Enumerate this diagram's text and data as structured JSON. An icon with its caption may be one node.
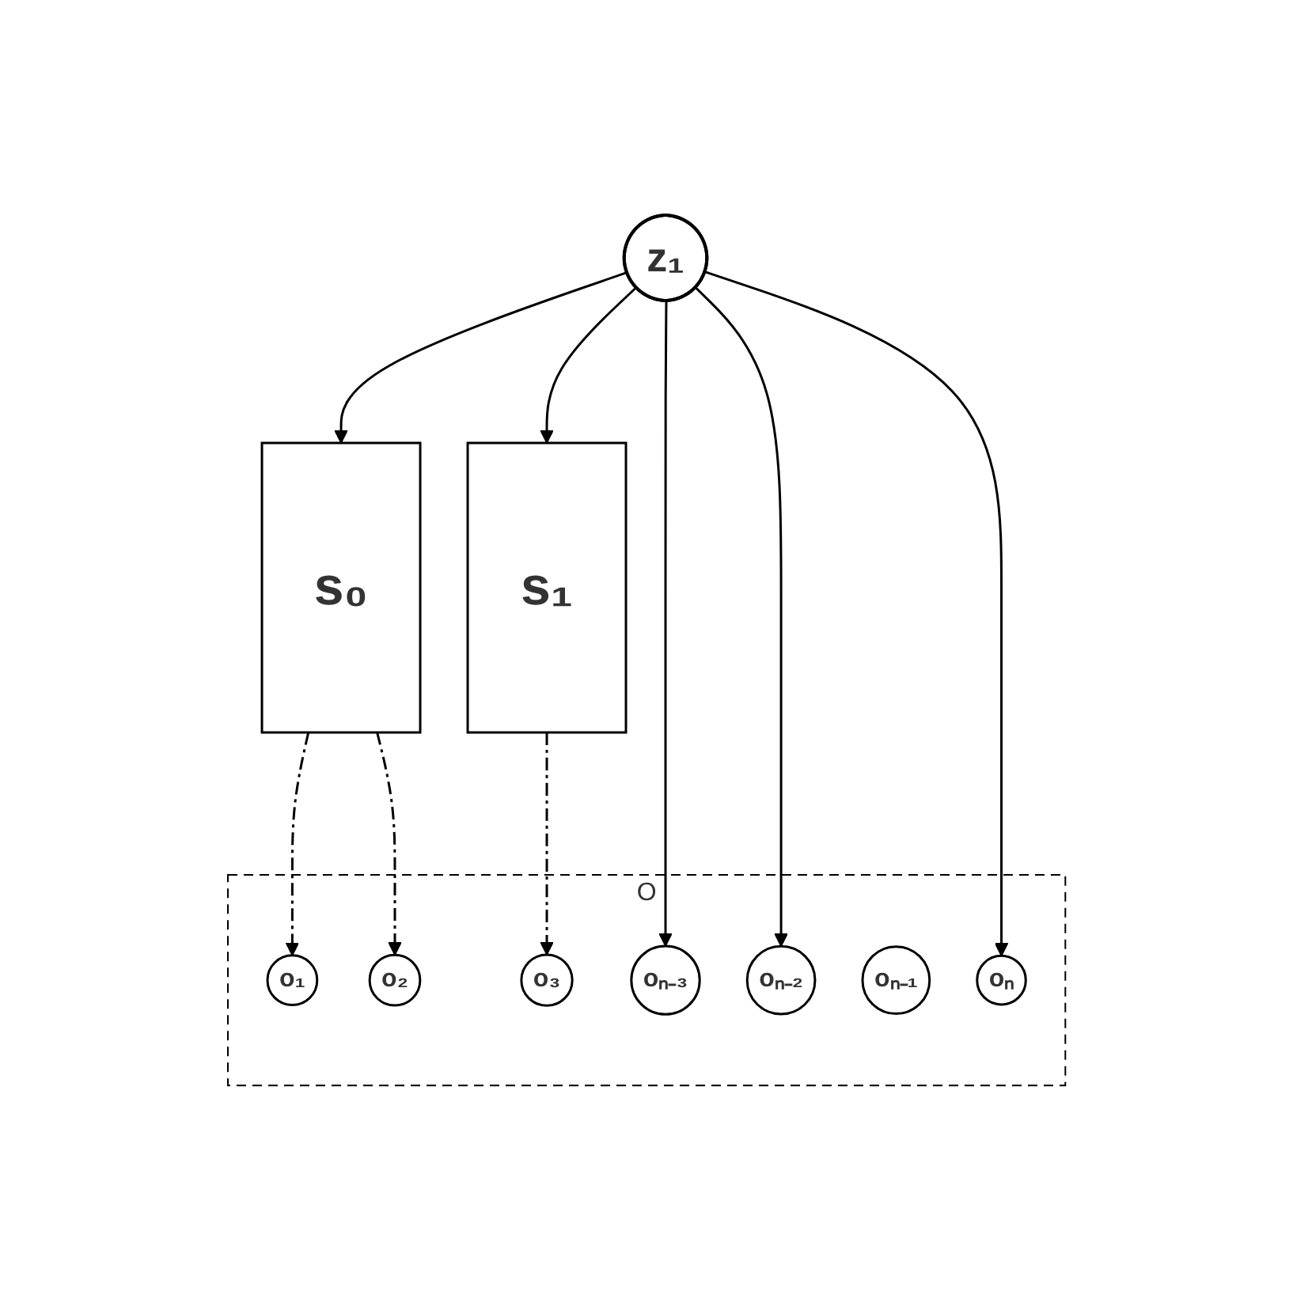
{
  "diagram": {
    "nodes": [
      {
        "text": [
          "z₁"
        ]
      },
      {
        "text": [
          "s₀"
        ]
      },
      {
        "text": [
          "s₁"
        ]
      },
      {
        "text": [
          "O"
        ]
      },
      {
        "text": [
          "o₁"
        ],
        "in": 3
      },
      {
        "text": [
          "o₂"
        ],
        "in": 3
      },
      {
        "text": [
          "o₃"
        ],
        "in": 3
      },
      {
        "text": [
          "oₙ₋₃"
        ],
        "in": 3
      },
      {
        "text": [
          "oₙ₋₂"
        ],
        "in": 3
      },
      {
        "text": [
          "oₙ₋₁"
        ],
        "in": 3
      },
      {
        "text": [
          "oₙ"
        ],
        "in": 3
      }
    ],
    "edges": [
      {
        "from": 0,
        "to": 1,
        "arrow": "to"
      },
      {
        "from": 0,
        "to": 2,
        "arrow": "to"
      },
      {
        "from": 0,
        "to": 7,
        "arrow": "to"
      },
      {
        "from": 0,
        "to": 8,
        "arrow": "to"
      },
      {
        "from": 0,
        "to": 10,
        "arrow": "to"
      },
      {
        "from": 1,
        "to": 4,
        "arrow": "to",
        "style": "dashed"
      },
      {
        "from": 1,
        "to": 5,
        "arrow": "to",
        "style": "dashed"
      },
      {
        "from": 2,
        "to": 6,
        "arrow": "to",
        "style": "dashed"
      }
    ]
  }
}
